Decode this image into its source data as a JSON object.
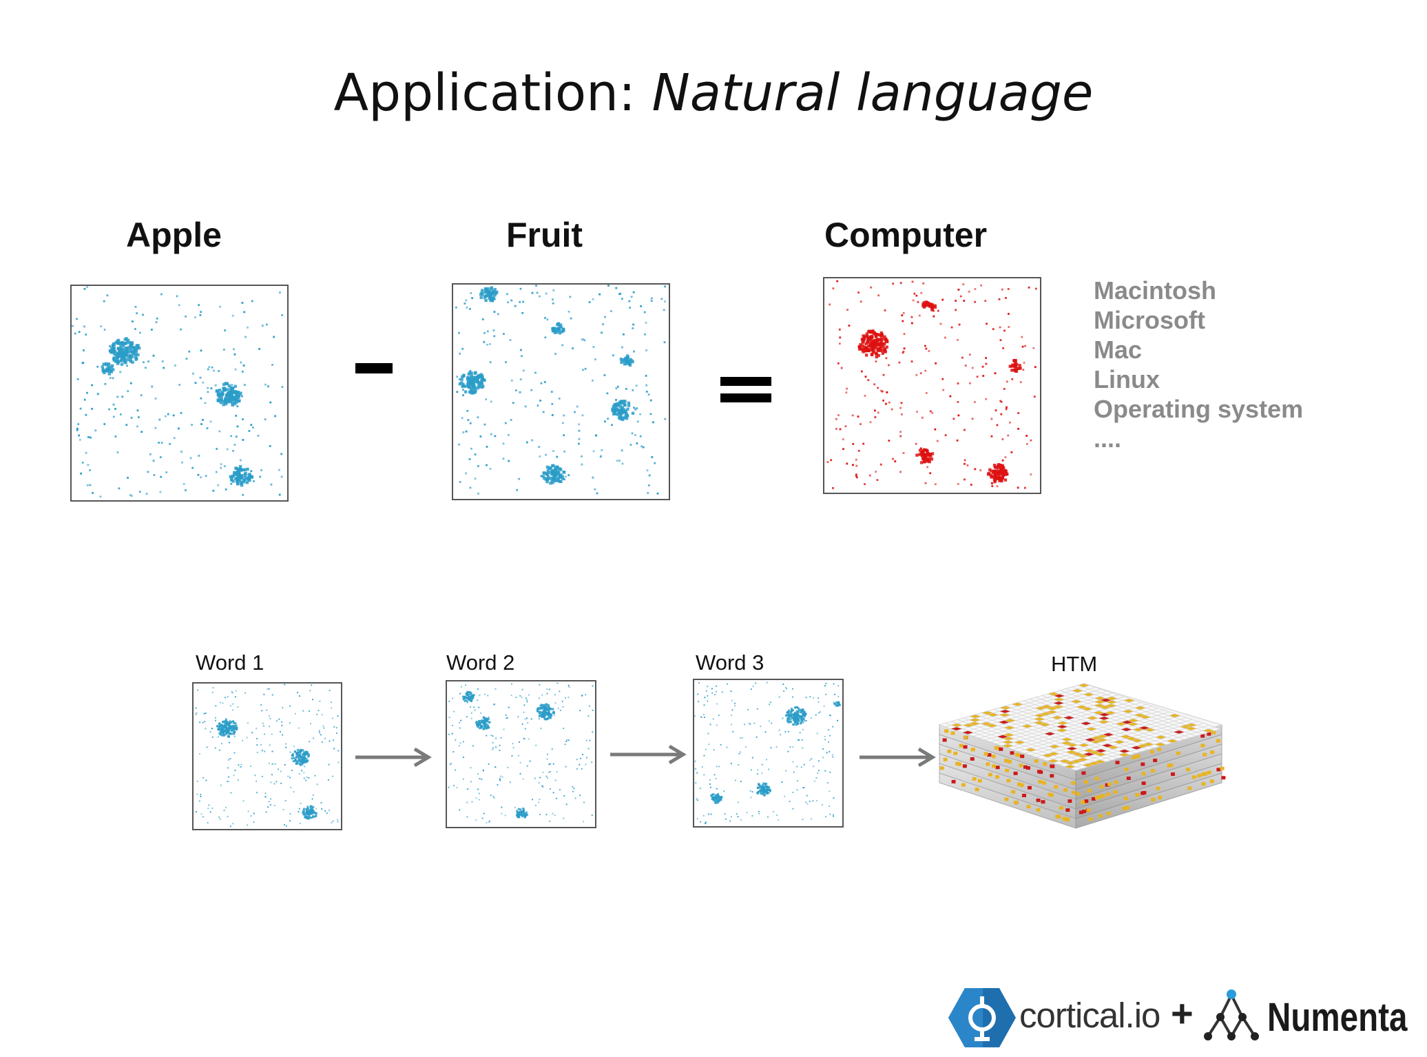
{
  "slide": {
    "title_prefix": "Application: ",
    "title_emphasis": "Natural language"
  },
  "equation": {
    "apple_label": "Apple",
    "fruit_label": "Fruit",
    "computer_label": "Computer",
    "associated_terms": [
      "Macintosh",
      "Microsoft",
      "Mac",
      "Linux",
      "Operating system",
      "...."
    ]
  },
  "sequence": {
    "word1_label": "Word 1",
    "word2_label": "Word 2",
    "word3_label": "Word 3",
    "htm_label": "HTM"
  },
  "logos": {
    "cortical_text": "cortical.io",
    "plus": "+",
    "numenta_text": "Numenta"
  },
  "colors": {
    "sdr_blue": "#2a9cc8",
    "sdr_red": "#dd1111",
    "term_gray": "#8a8a8a",
    "cortical_blue": "#1f6fae",
    "htm_yellow": "#e8b422",
    "htm_red": "#cc1a1a"
  }
}
